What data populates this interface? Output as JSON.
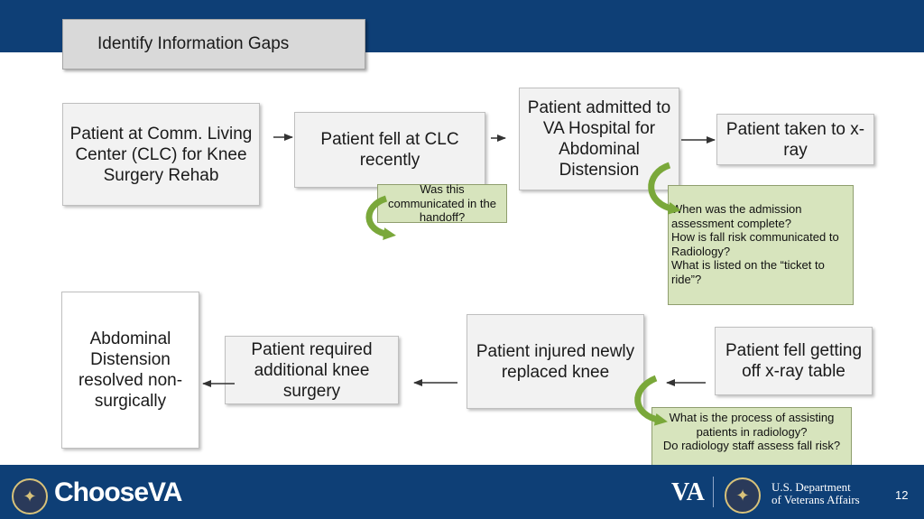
{
  "title": "Identify Information Gaps",
  "nodes": {
    "clc": "Patient at  Comm. Living Center (CLC) for Knee Surgery Rehab",
    "fell_clc": "Patient fell at CLC recently",
    "admitted": "Patient admitted to VA Hospital for Abdominal Distension",
    "xray": "Patient taken to x-ray",
    "fell_xray": "Patient fell getting off x-ray table",
    "injured": "Patient injured newly replaced knee",
    "surgery": "Patient required additional knee surgery",
    "resolved": "Abdominal Distension resolved non-surgically"
  },
  "notes": {
    "handoff": "Was this communicated in the handoff?",
    "admission": [
      "When was the admission assessment complete?",
      "How is fall risk communicated to Radiology?",
      "What is listed on the “ticket to ride”?"
    ],
    "radiology": [
      "What is the process of assisting patients in radiology?",
      "Do radiology staff assess fall risk?"
    ]
  },
  "footer": {
    "brand_choose": "Choose",
    "brand_va": "VA",
    "va_logo": "VA",
    "dept_line1": "U.S. Department",
    "dept_line2": "of Veterans Affairs",
    "page_number": "12"
  },
  "colors": {
    "band": "#0e3f76",
    "note_fill": "#d7e4bd",
    "curved_arrow": "#7aa83a",
    "node_fill": "#f2f2f2"
  },
  "icons": [
    "va-seal-icon",
    "curved-arrow-icon",
    "flow-arrow"
  ]
}
